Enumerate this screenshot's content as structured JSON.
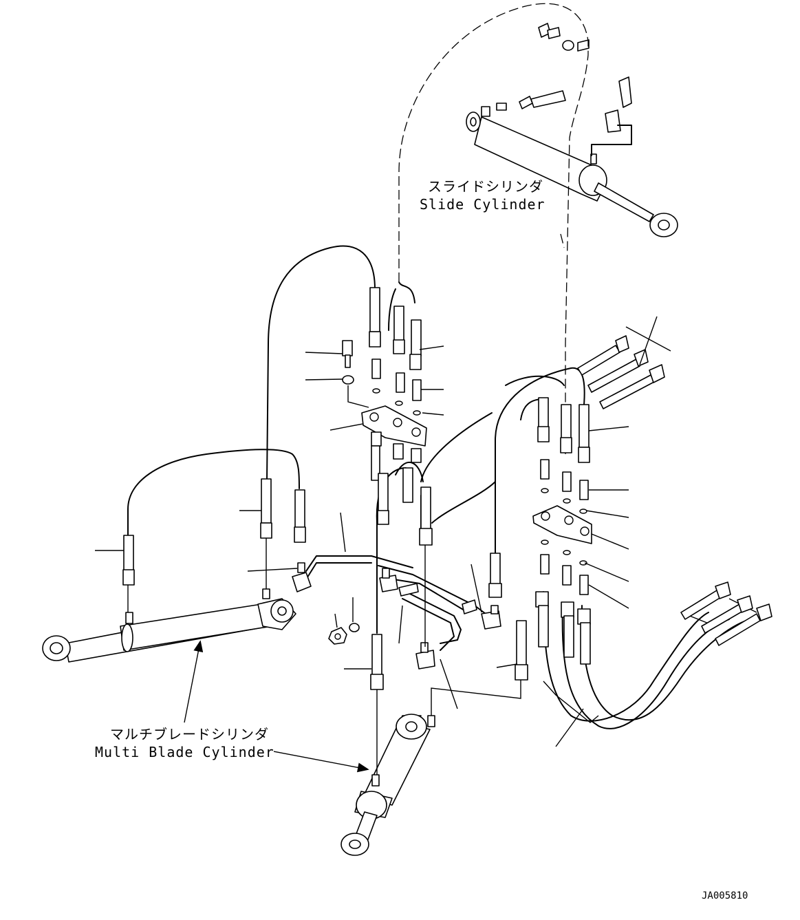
{
  "labels": {
    "slide_cylinder_jp": "スライドシリンダ",
    "slide_cylinder_en": "Slide Cylinder",
    "multi_blade_jp": "マルチブレードシリンダ",
    "multi_blade_en": "Multi Blade Cylinder"
  },
  "drawing_code": "JA005810"
}
